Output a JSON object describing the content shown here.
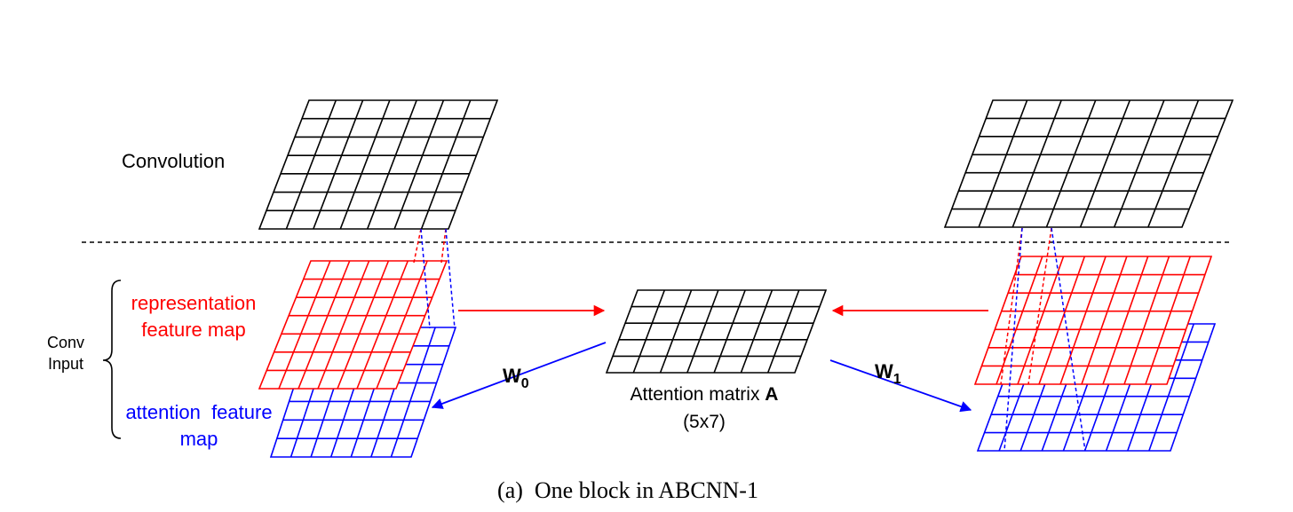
{
  "labels": {
    "convolution": "Convolution",
    "conv_input_line1": "Conv",
    "conv_input_line2": "Input",
    "representation_line1": "representation",
    "representation_line2": "feature map",
    "attention_line1": "attention  feature",
    "attention_line2": "map",
    "attention_matrix_text": "Attention matrix ",
    "attention_matrix_symbol": "A",
    "attention_matrix_dims": "(5x7)",
    "w0_base": "W",
    "w0_sub": "0",
    "w1_base": "W",
    "w1_sub": "1",
    "caption": "(a)  One block in ABCNN-1"
  },
  "colors": {
    "conv": "#000000",
    "representation": "#ff0000",
    "attention": "#0000ff",
    "matrix": "#000000"
  },
  "grids": {
    "left_convolution": {
      "rows": 7,
      "cols": 7
    },
    "right_convolution": {
      "rows": 7,
      "cols": 7
    },
    "left_representation": {
      "rows": 7,
      "cols": 7
    },
    "left_attention": {
      "rows": 7,
      "cols": 7
    },
    "attention_matrix": {
      "rows": 5,
      "cols": 7
    },
    "right_representation": {
      "rows": 7,
      "cols": 9
    },
    "right_attention": {
      "rows": 7,
      "cols": 9
    }
  }
}
